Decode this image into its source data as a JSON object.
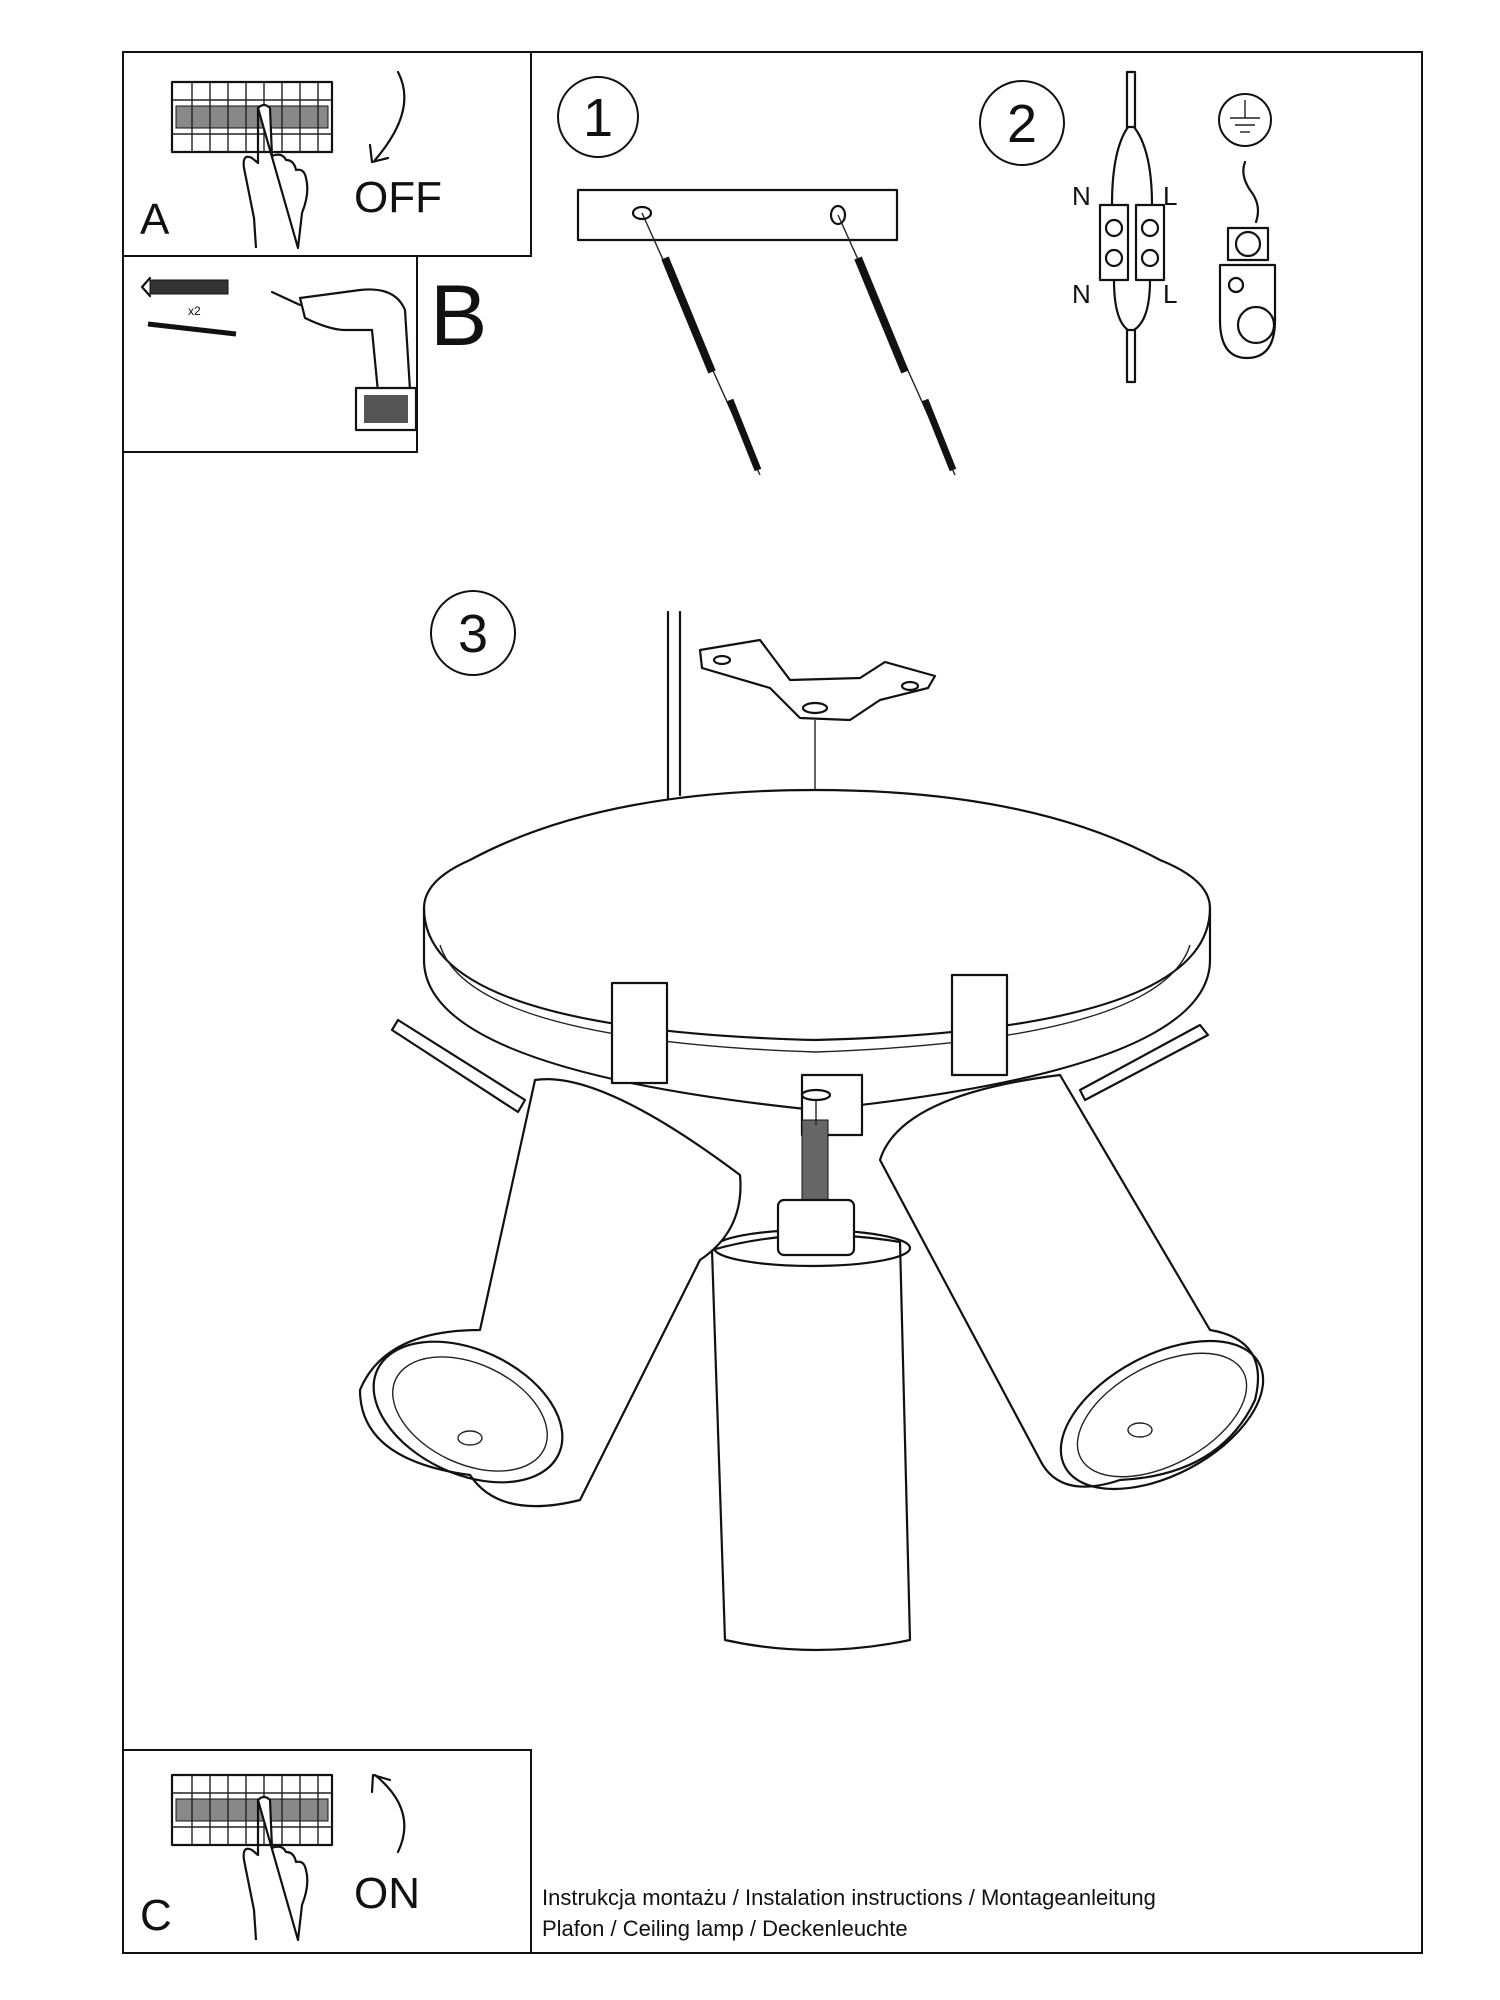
{
  "panel_a": {
    "letter": "A",
    "action": "OFF"
  },
  "panel_b": {
    "letter": "B",
    "quantity": "x2"
  },
  "panel_c": {
    "letter": "C",
    "action": "ON"
  },
  "steps": [
    {
      "number": "1"
    },
    {
      "number": "2",
      "terminal_labels": {
        "top_left": "N",
        "top_right": "L",
        "bottom_left": "N",
        "bottom_right": "L"
      }
    },
    {
      "number": "3"
    }
  ],
  "footer": {
    "line1": "Instrukcja montażu / Instalation instructions / Montageanleitung",
    "line2": "Plafon / Ceiling lamp / Deckenleuchte"
  },
  "colors": {
    "ink": "#111111",
    "background": "#ffffff"
  }
}
